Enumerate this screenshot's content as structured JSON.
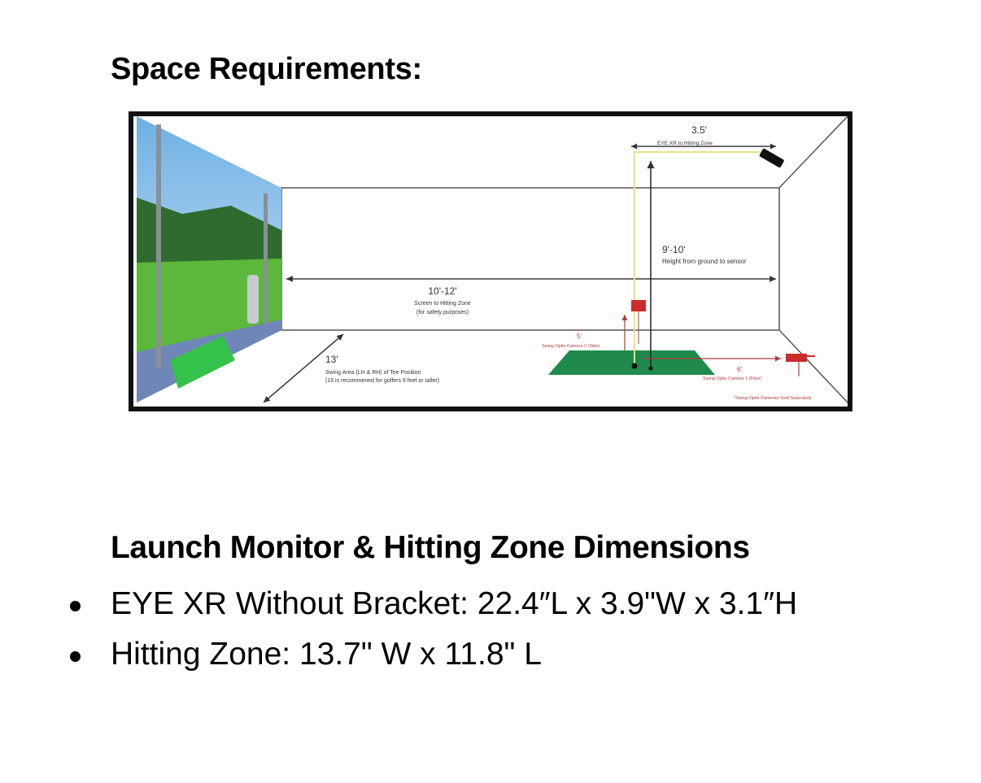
{
  "page": {
    "title": "Space Requirements:",
    "section_heading": "Launch Monitor & Hitting Zone Dimensions",
    "specs": [
      "EYE XR Without Bracket: 22.4″L x 3.9\"W x 3.1″H",
      "Hitting Zone: 13.7\" W x 11.8\" L"
    ]
  },
  "diagram": {
    "sensor_distance": {
      "value": "3.5'",
      "label": "EYE XR to Hitting Zone"
    },
    "sensor_height": {
      "value": "9'-10'",
      "label": "Height from ground to sensor"
    },
    "screen_distance": {
      "value": "10'-12'",
      "label_line1": "Screen to Hitting Zone",
      "label_line2": "(for safety purposes)"
    },
    "swing_area": {
      "value": "13'",
      "label_line1": "Swing Area (LH & RH) of Tee Position",
      "label_line2": "(15 is recommened for golfers 6 feet or taller)"
    },
    "camera_side": {
      "value": "5'",
      "label": "Swing Optix Camera 2 (Side)"
    },
    "camera_floor": {
      "value": "6'",
      "label": "Swing Optix Camera 1 (Floor)"
    },
    "footnote": "*Swing Optix Cameras Sold Seperately",
    "colors": {
      "frame": "#111111",
      "mat": "#1f8a4c",
      "camera": "#cc2b2b",
      "sensor_line": "#e6e08a",
      "sky": "#8fc3ea",
      "grass": "#5bb83a"
    }
  }
}
